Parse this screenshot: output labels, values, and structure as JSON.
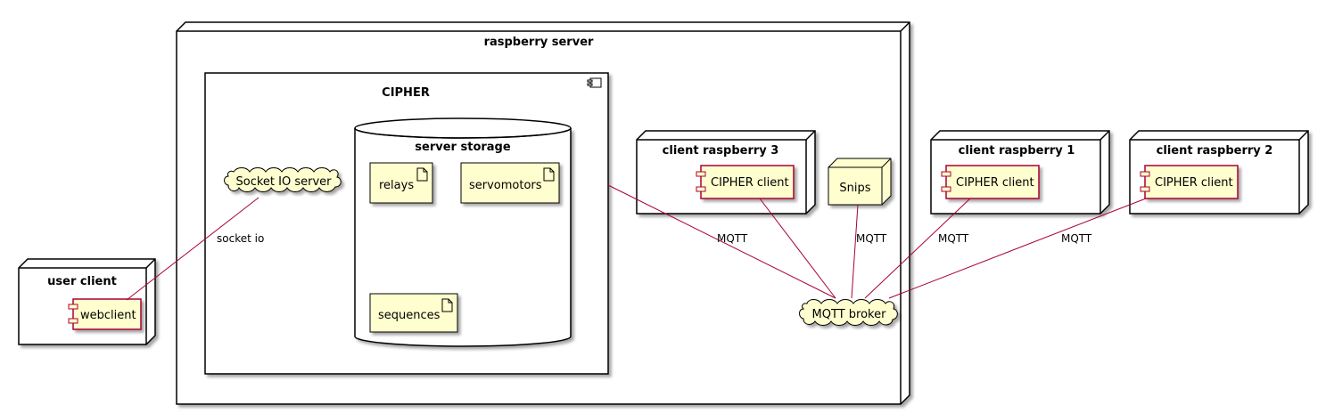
{
  "nodes": {
    "raspberry_server": "raspberry server",
    "cipher": "CIPHER",
    "server_storage": "server storage",
    "socket_io_server": "Socket IO server",
    "relays": "relays",
    "servomotors": "servomotors",
    "sequences": "sequences",
    "client_raspberry_3": "client raspberry 3",
    "cipher_client_3": "CIPHER client",
    "snips": "Snips",
    "mqtt_broker": "MQTT broker",
    "client_raspberry_1": "client raspberry 1",
    "cipher_client_1": "CIPHER client",
    "client_raspberry_2": "client raspberry 2",
    "cipher_client_2": "CIPHER client",
    "user_client": "user client",
    "webclient": "webclient"
  },
  "edges": {
    "socket_io": "socket io",
    "mqtt_cipher": "MQTT",
    "mqtt_snips": "MQTT",
    "mqtt_client_1": "MQTT",
    "mqtt_client_2": "MQTT"
  },
  "colors": {
    "element_fill": "#FEFECE",
    "element_border": "#A80036",
    "edge": "#A80036",
    "frame_border": "#000000"
  }
}
